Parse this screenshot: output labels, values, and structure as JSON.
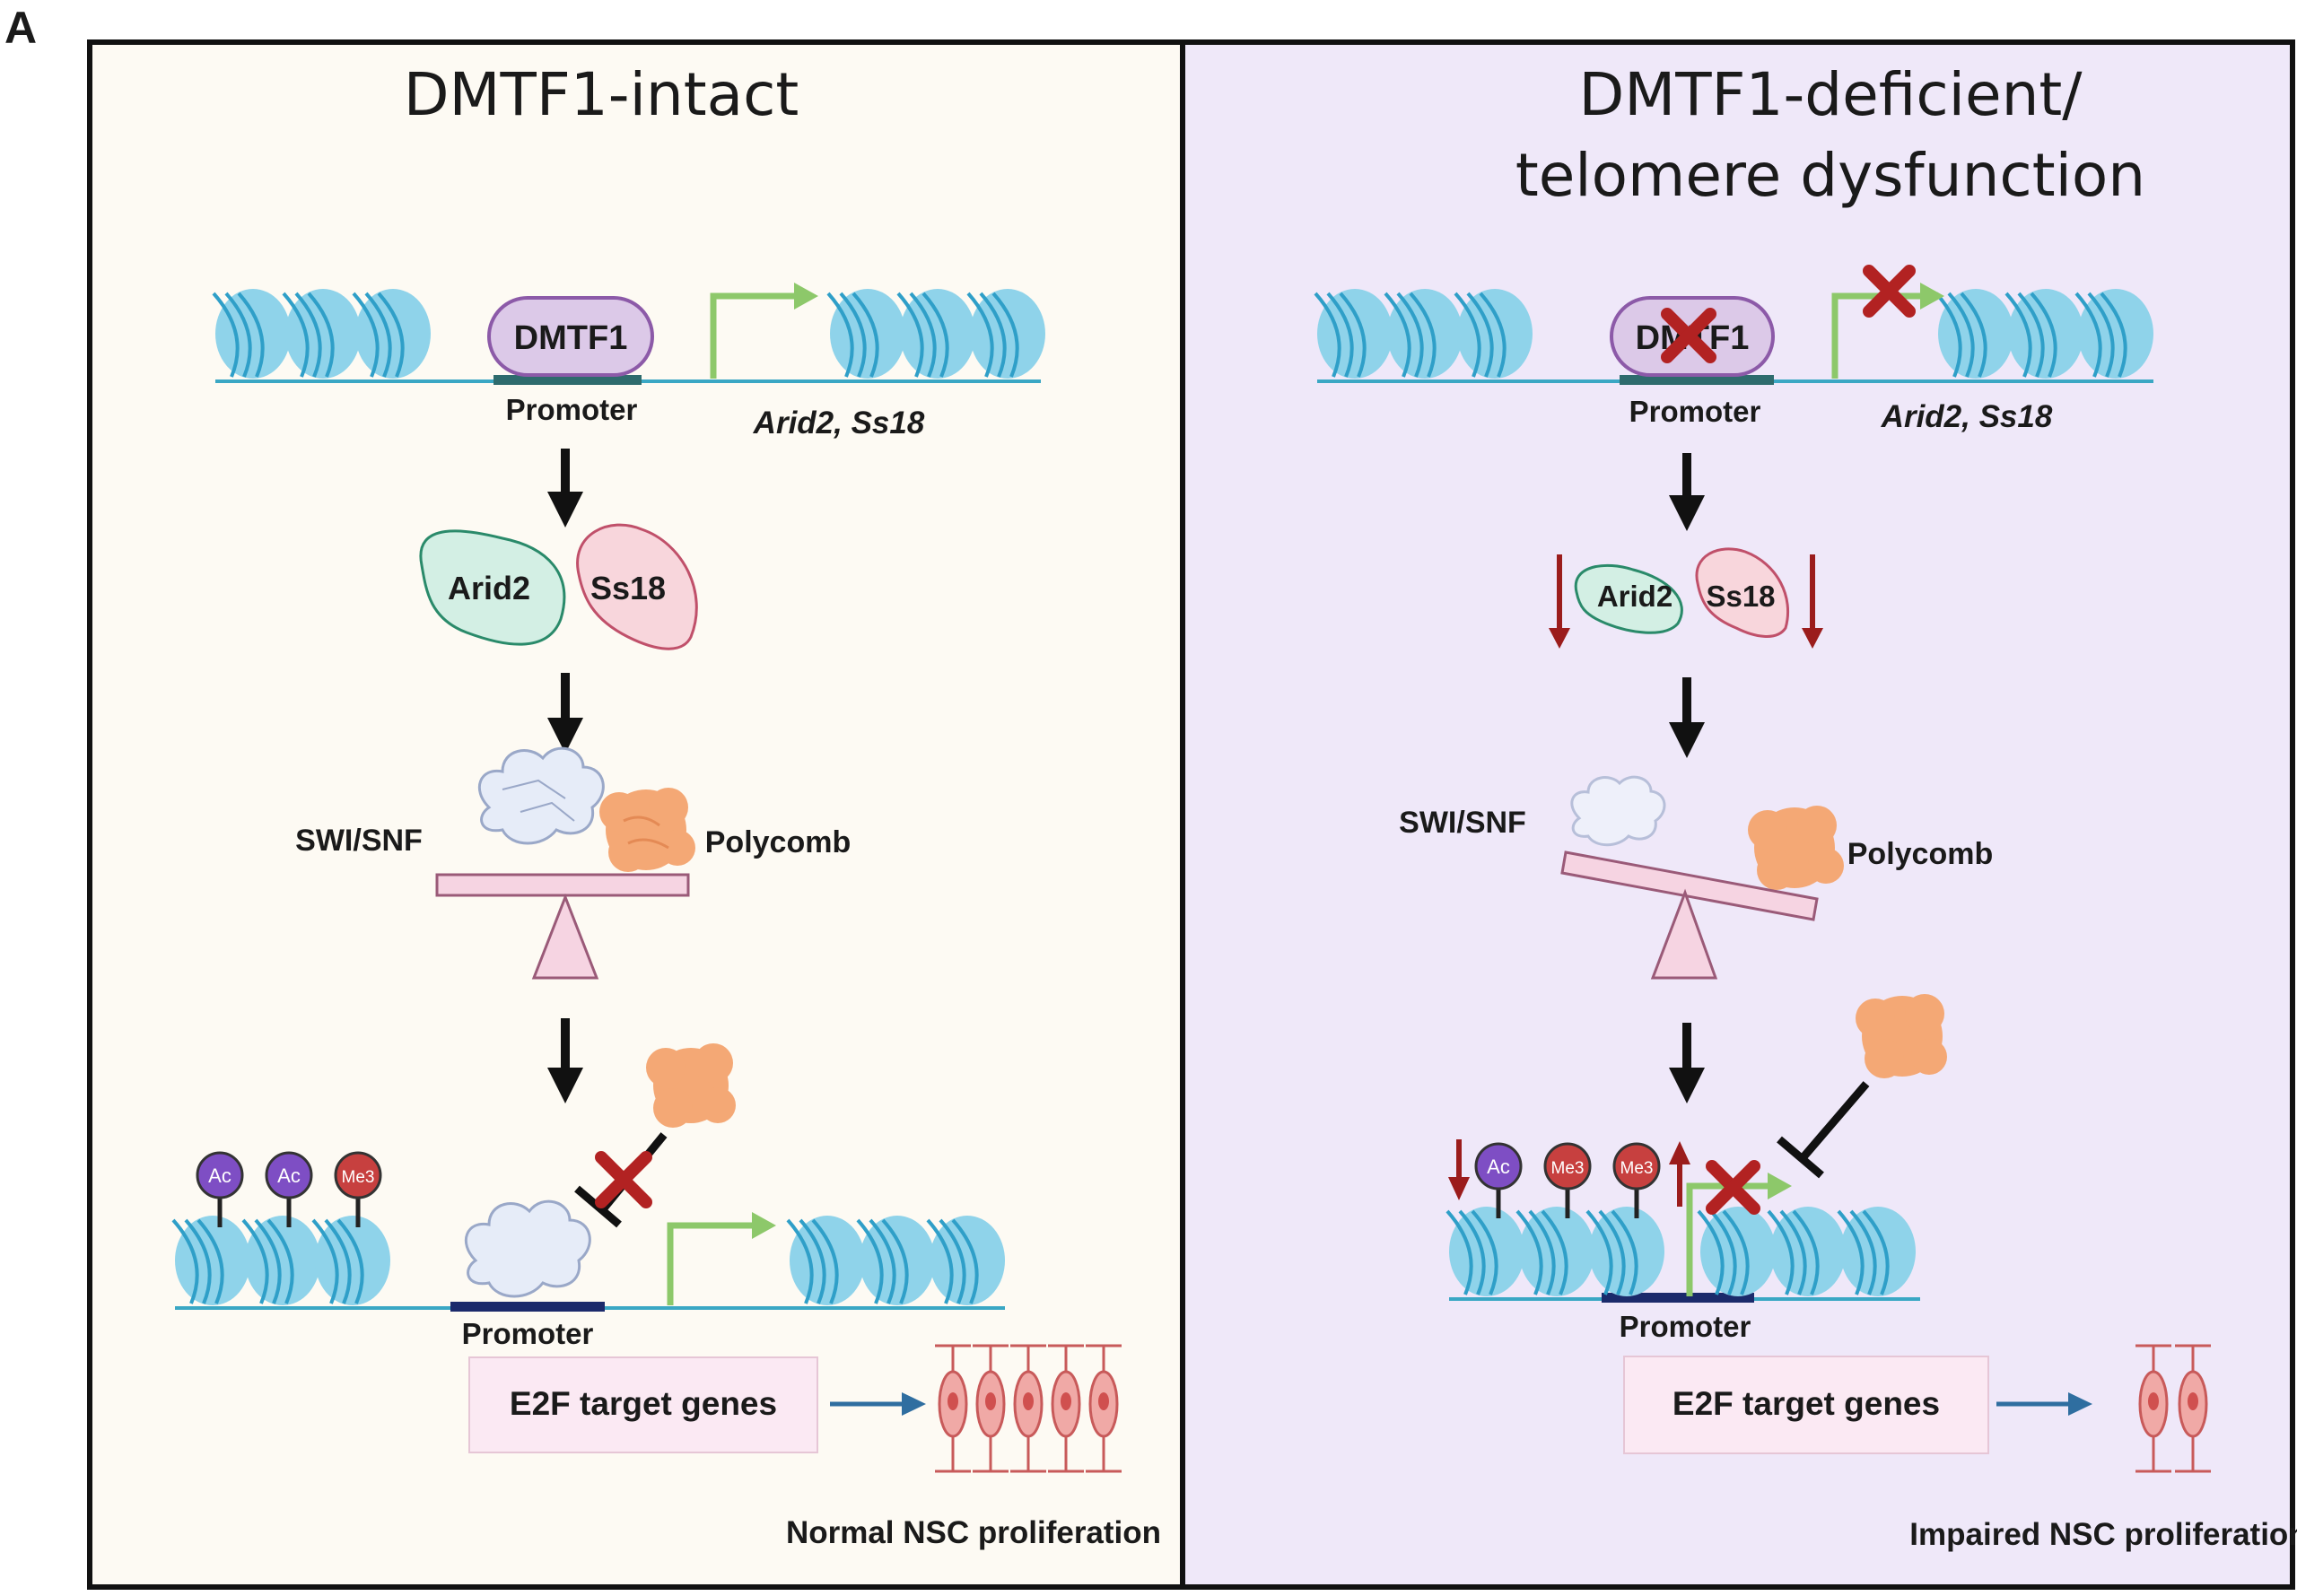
{
  "panel_letter": "A",
  "left_panel": {
    "title": "DMTF1-intact",
    "dmtf1_label": "DMTF1",
    "promoter_label_top": "Promoter",
    "genes_label": "Arid2, Ss18",
    "arid2_label": "Arid2",
    "ss18_label": "Ss18",
    "swisnf_label": "SWI/SNF",
    "polycomb_label": "Polycomb",
    "marks": [
      "Ac",
      "Ac",
      "Me3"
    ],
    "promoter_label_bottom": "Promoter",
    "e2f_label": "E2F target genes",
    "outcome_label": "Normal NSC proliferation",
    "cell_count": 5
  },
  "right_panel": {
    "title_line1": "DMTF1-deficient/",
    "title_line2": "telomere dysfunction",
    "dmtf1_label": "DMTF1",
    "promoter_label_top": "Promoter",
    "genes_label": "Arid2, Ss18",
    "arid2_label": "Arid2",
    "ss18_label": "Ss18",
    "swisnf_label": "SWI/SNF",
    "polycomb_label": "Polycomb",
    "marks": [
      "Ac",
      "Me3",
      "Me3"
    ],
    "promoter_label_bottom": "Promoter",
    "e2f_label": "E2F target genes",
    "outcome_label": "Impaired NSC proliferation",
    "cell_count": 2
  },
  "colors": {
    "left_bg": "#fdfaf3",
    "right_bg": "#efe8f9",
    "nucleosome": "#8fd3ea",
    "nucleosome_stripe": "#2f9fc8",
    "dna": "#3aa7c4",
    "dmtf1_fill": "#dcc9e8",
    "dmtf1_stroke": "#8c5aa8",
    "arrow_green": "#8dc86a",
    "cross_red": "#b22222",
    "arid2_fill": "#d3efe4",
    "ss18_fill": "#f8d6dc",
    "polycomb": "#f4a875",
    "swisnf": "#e6ecf8",
    "seesaw": "#f6d4e2",
    "ac_mark": "#7e4ec4",
    "me3_mark": "#c7403f",
    "e2f_box": "#fbe9f3",
    "flow_arrow": "#2f6ea0",
    "cell": "#f0a9a6"
  },
  "icons": [
    "nucleosome-icon",
    "transcription-arrow-icon",
    "cross-icon",
    "down-arrow-icon",
    "inhibition-icon",
    "neural-stem-cell-icon"
  ]
}
